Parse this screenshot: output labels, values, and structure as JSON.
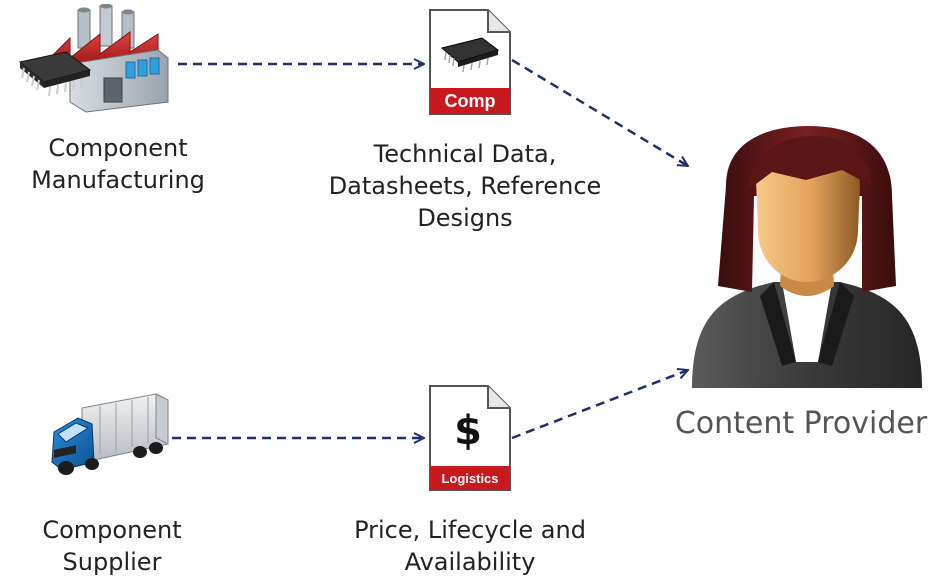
{
  "nodes": {
    "manufacturer": {
      "icon": "factory-icon",
      "label_lines": [
        "Component",
        "Manufacturing"
      ]
    },
    "technical_doc": {
      "icon": "document-chip-icon",
      "badge": "Comp",
      "label_lines": [
        "Technical Data,",
        "Datasheets, Reference",
        "Designs"
      ]
    },
    "supplier": {
      "icon": "delivery-truck-icon",
      "label_lines": [
        "Component",
        "Supplier"
      ]
    },
    "logistics_doc": {
      "icon": "document-dollar-icon",
      "symbol": "$",
      "badge": "Logistics",
      "label_lines": [
        "Price, Lifecycle and",
        "Availability"
      ]
    },
    "provider": {
      "icon": "person-avatar-icon",
      "label": "Content Provider"
    }
  },
  "colors": {
    "arrow": "#1f2f6e",
    "badge_red": "#c8191f",
    "provider_text": "#555555"
  }
}
